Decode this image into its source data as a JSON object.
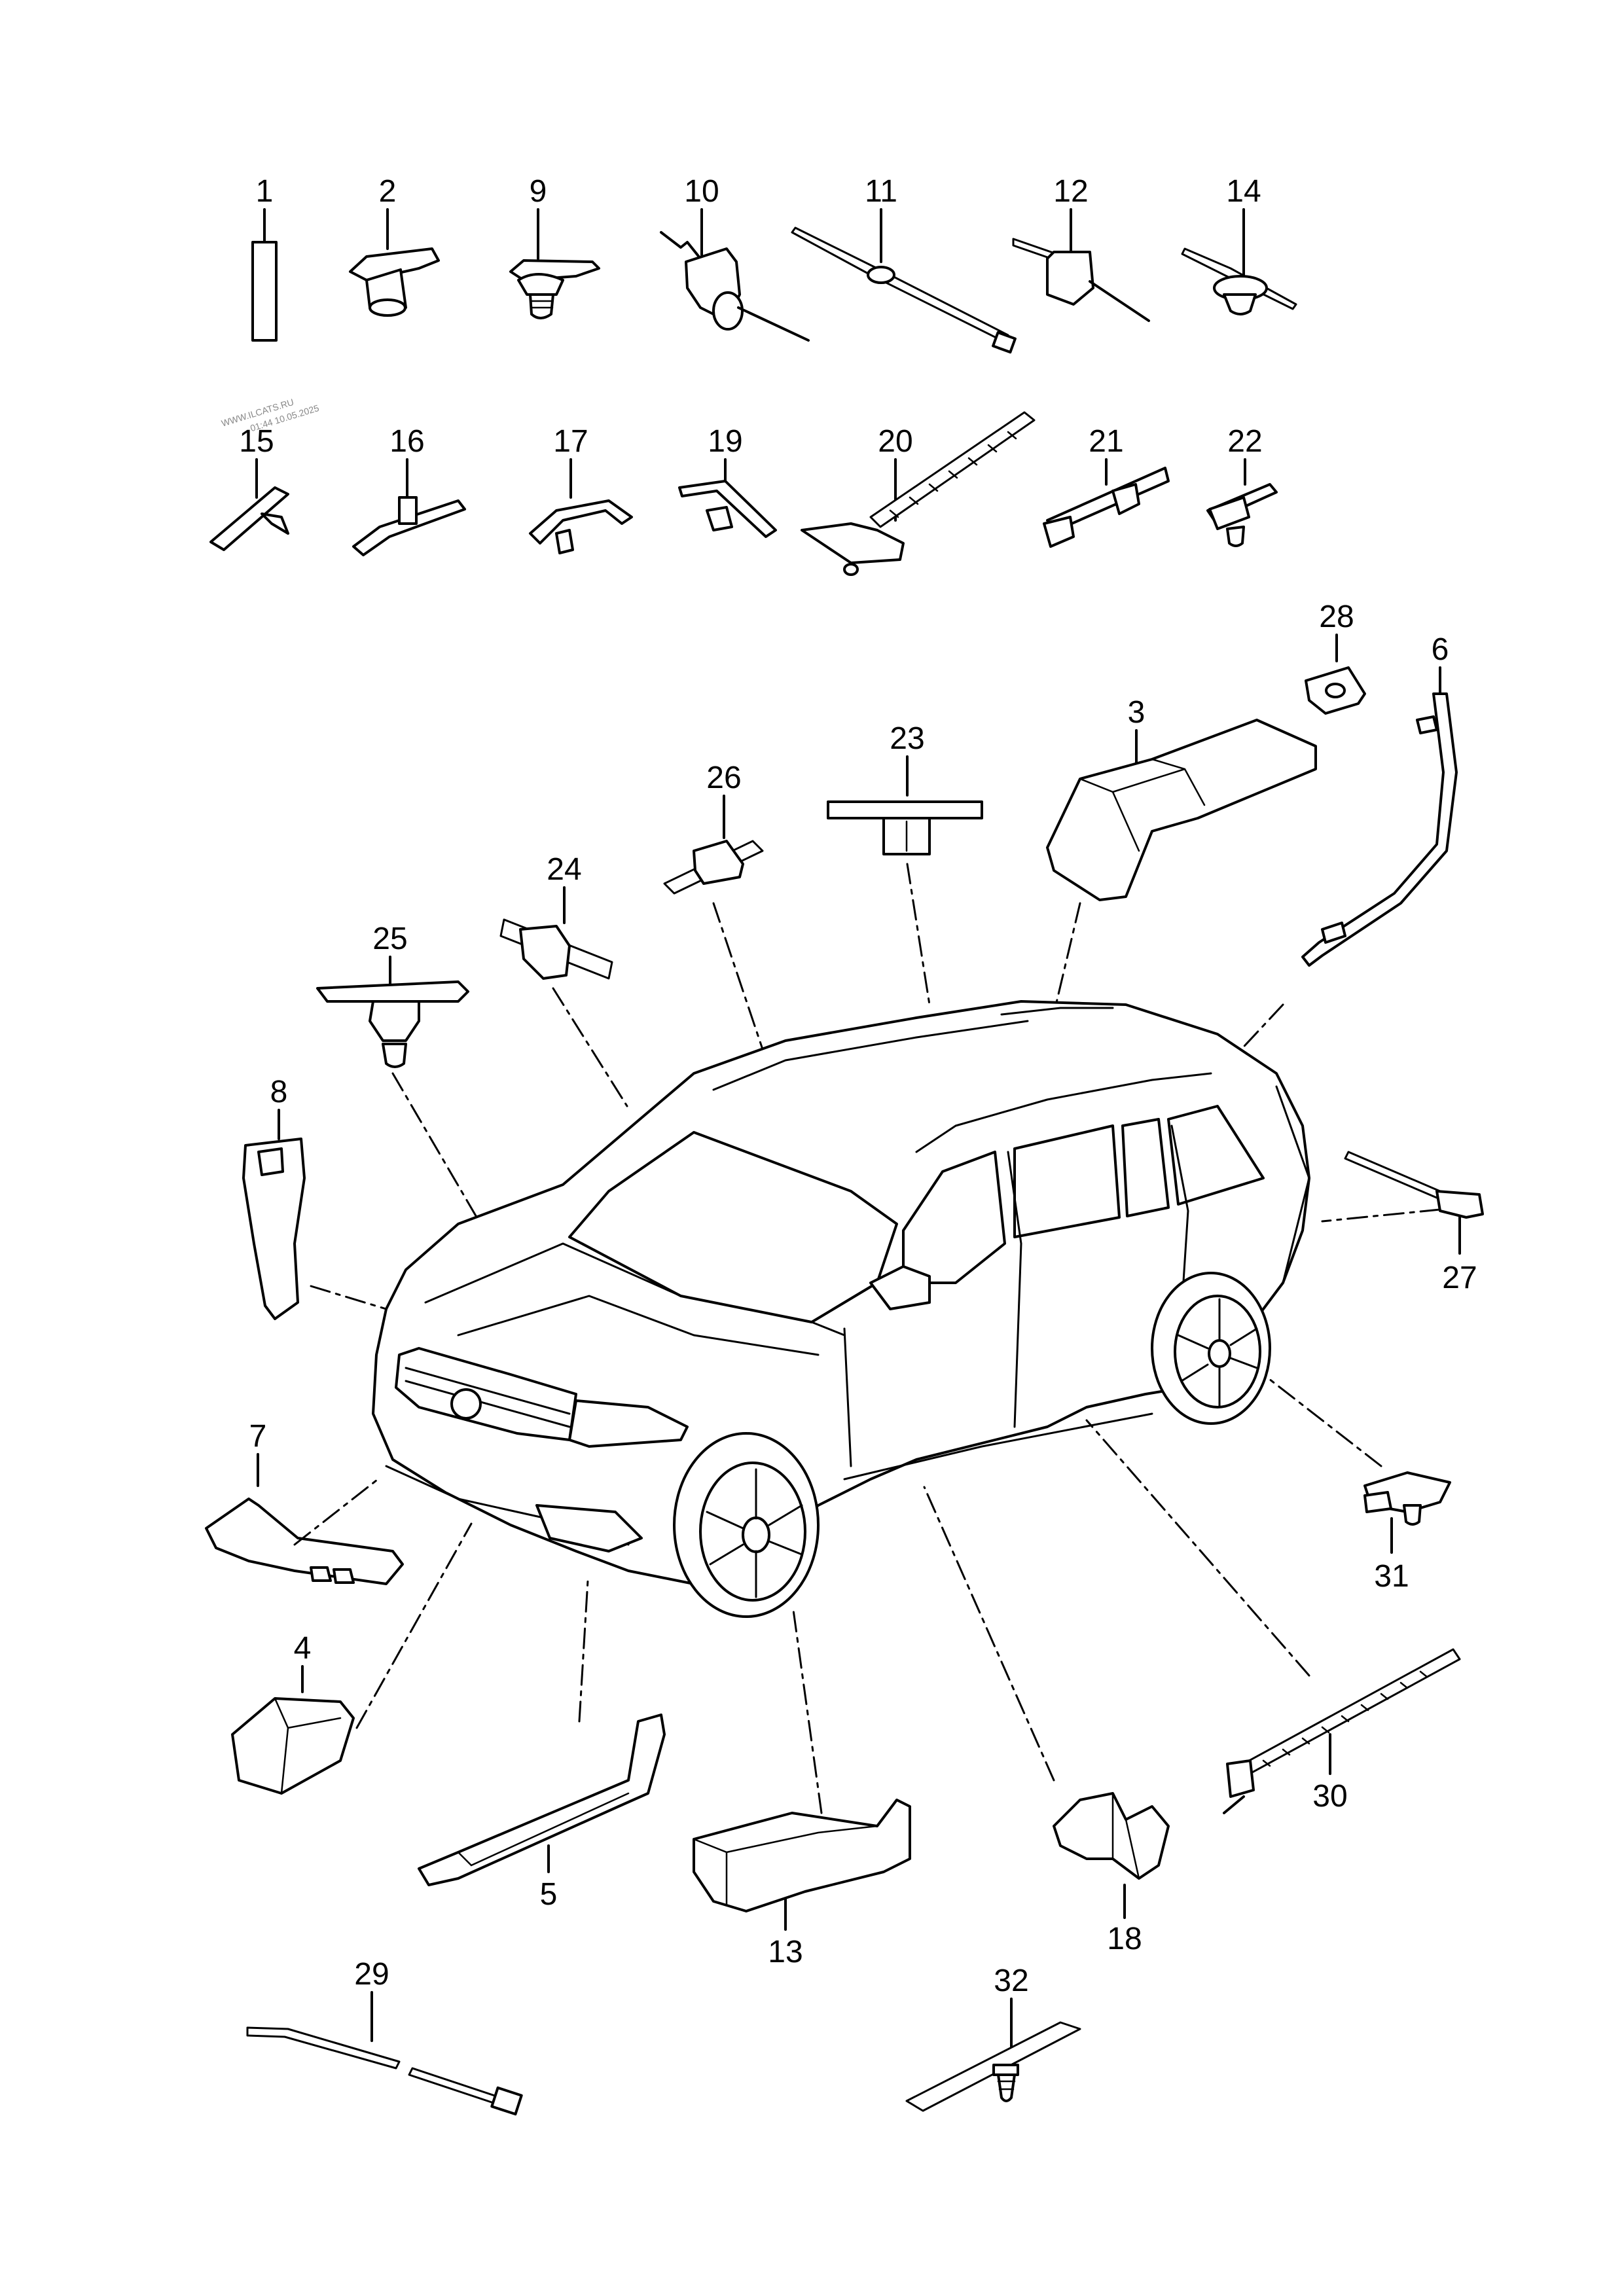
{
  "watermark": {
    "line1": "WWW.ILCATS.RU",
    "line2": "01:44 10.05.2025"
  },
  "callouts": {
    "c1": "1",
    "c2": "2",
    "c3": "3",
    "c4": "4",
    "c5": "5",
    "c6": "6",
    "c7": "7",
    "c8": "8",
    "c9": "9",
    "c10": "10",
    "c11": "11",
    "c12": "12",
    "c13": "13",
    "c14": "14",
    "c15": "15",
    "c16": "16",
    "c17": "17",
    "c18": "18",
    "c19": "19",
    "c20": "20",
    "c21": "21",
    "c22": "22",
    "c23": "23",
    "c24": "24",
    "c25": "25",
    "c26": "26",
    "c27": "27",
    "c28": "28",
    "c29": "29",
    "c30": "30",
    "c31": "31",
    "c32": "32"
  },
  "colors": {
    "line": "#000000",
    "background": "#ffffff"
  }
}
